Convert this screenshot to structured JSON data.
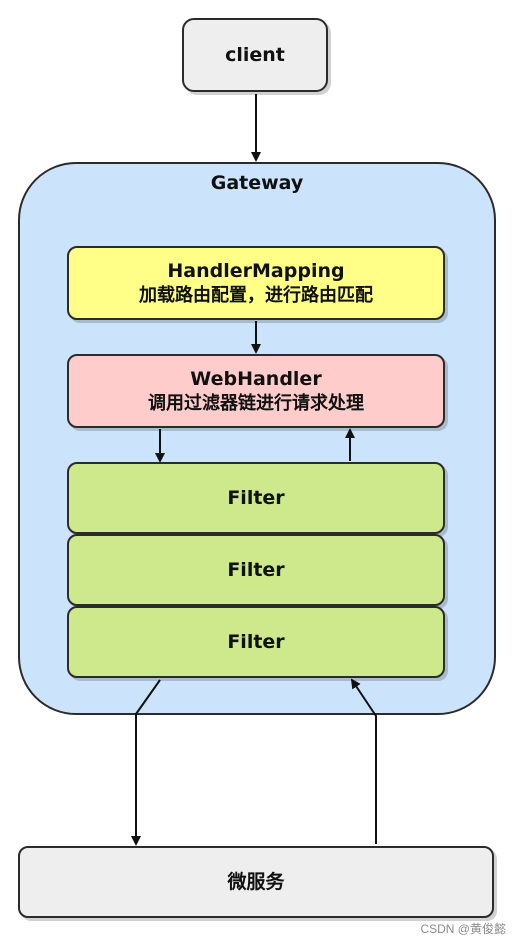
{
  "nodes": {
    "client": "client",
    "gateway": "Gateway",
    "handler_mapping": {
      "title": "HandlerMapping",
      "desc": "加载路由配置，进行路由匹配"
    },
    "webhandler": {
      "title": "WebHandler",
      "desc": "调用过滤器链进行请求处理"
    },
    "filters": [
      "Filter",
      "Filter",
      "Filter"
    ],
    "microservice": "微服务"
  },
  "watermark": "CSDN @黄俊懿"
}
